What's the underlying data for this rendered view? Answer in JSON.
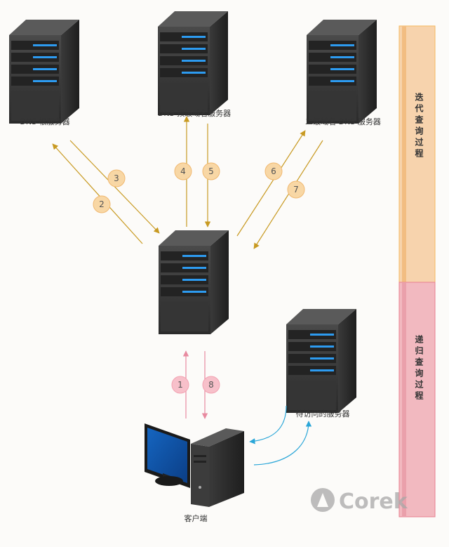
{
  "nodes": {
    "root": "DNS 根服务器",
    "tld": "DNS 顶级域名服务器",
    "second_level": "二级域名 DNS 服务器",
    "target": "待访问的服务器",
    "client": "客户端"
  },
  "steps": [
    "1",
    "2",
    "3",
    "4",
    "5",
    "6",
    "7",
    "8"
  ],
  "side_bands": {
    "iterative": "迭代查询过程",
    "recursive": "递归查询过程"
  },
  "watermark": "Corek",
  "colors": {
    "iterative_line": "#c89a22",
    "recursive_line": "#e88aa0",
    "client_link": "#2aa6d8",
    "iterative_band": "#f7d3ad",
    "recursive_band": "#f2b9c0",
    "step_circle_orange": "#f8d7a5",
    "step_circle_pink": "#f7c0ca",
    "server_led": "#2d9bf0"
  }
}
